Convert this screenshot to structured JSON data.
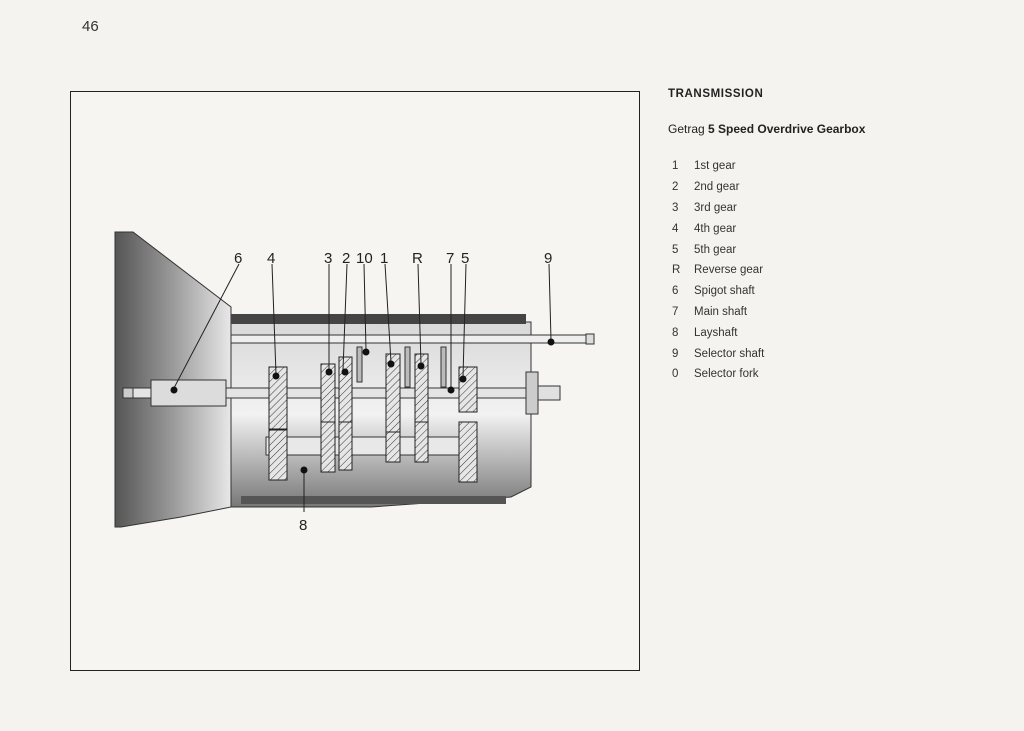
{
  "page_number": "46",
  "section_title": "TRANSMISSION",
  "subtitle": {
    "brand": "Getrag",
    "model": "5 Speed Overdrive Gearbox"
  },
  "legend": [
    {
      "key": "1",
      "label": "1st gear"
    },
    {
      "key": "2",
      "label": "2nd gear"
    },
    {
      "key": "3",
      "label": "3rd gear"
    },
    {
      "key": "4",
      "label": "4th gear"
    },
    {
      "key": "5",
      "label": "5th gear"
    },
    {
      "key": "R",
      "label": "Reverse gear"
    },
    {
      "key": "6",
      "label": "Spigot shaft"
    },
    {
      "key": "7",
      "label": "Main shaft"
    },
    {
      "key": "8",
      "label": "Layshaft"
    },
    {
      "key": "9",
      "label": "Selector shaft"
    },
    {
      "key": "0",
      "label": "Selector fork"
    }
  ],
  "callouts": {
    "c6": "6",
    "c4": "4",
    "c3": "3",
    "c2": "2",
    "c10": "10",
    "c1": "1",
    "cR": "R",
    "c7": "7",
    "c5": "5",
    "c9": "9",
    "c8": "8"
  }
}
